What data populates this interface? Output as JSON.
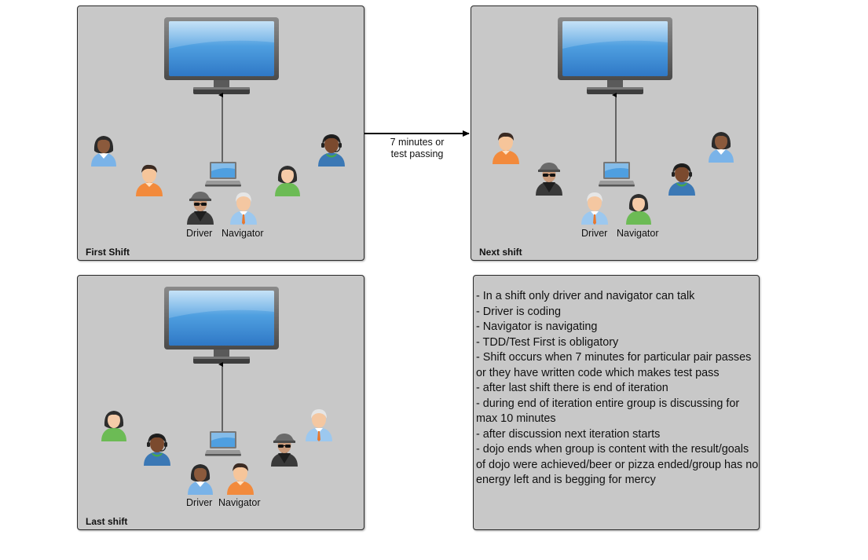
{
  "panels": {
    "first": {
      "title": "First Shift",
      "driver_label": "Driver",
      "navigator_label": "Navigator"
    },
    "next": {
      "title": "Next shift",
      "driver_label": "Driver",
      "navigator_label": "Navigator"
    },
    "last": {
      "title": "Last shift",
      "driver_label": "Driver",
      "navigator_label": "Navigator"
    }
  },
  "transition": {
    "line1": "7 minutes or",
    "line2": "test passing"
  },
  "rules": [
    "- In a shift only driver and navigator can talk",
    "- Driver is coding",
    "- Navigator is navigating",
    "- TDD/Test First is obligatory",
    "- Shift occurs when 7 minutes for particular pair passes or they have written code which makes test pass",
    "- after last shift there is end of iteration",
    "- during end of iteration entire group is discussing for max 10 minutes",
    "- after discussion next iteration starts",
    "- dojo ends when group is content with the result/goals of dojo were achieved/beer or pizza ended/group has no energy left and is begging for mercy"
  ],
  "icons": {
    "monitor": "monitor-icon",
    "laptop": "laptop-icon",
    "person_dark_hair_blue": "person-woman-blue-icon",
    "person_orange": "person-orange-icon",
    "person_incognito": "person-incognito-icon",
    "person_elder": "person-elder-blue-icon",
    "person_green": "person-woman-green-icon",
    "person_headset": "person-headset-icon"
  },
  "colors": {
    "panel_bg": "#c8c8c8",
    "screen_blue": "#3a8fd8",
    "shirt_blue": "#7ab3e8",
    "shirt_orange": "#f28a3c",
    "shirt_green": "#6cbb55",
    "shirt_dark_blue": "#3b78b5",
    "shirt_dark": "#3a3a3a"
  }
}
